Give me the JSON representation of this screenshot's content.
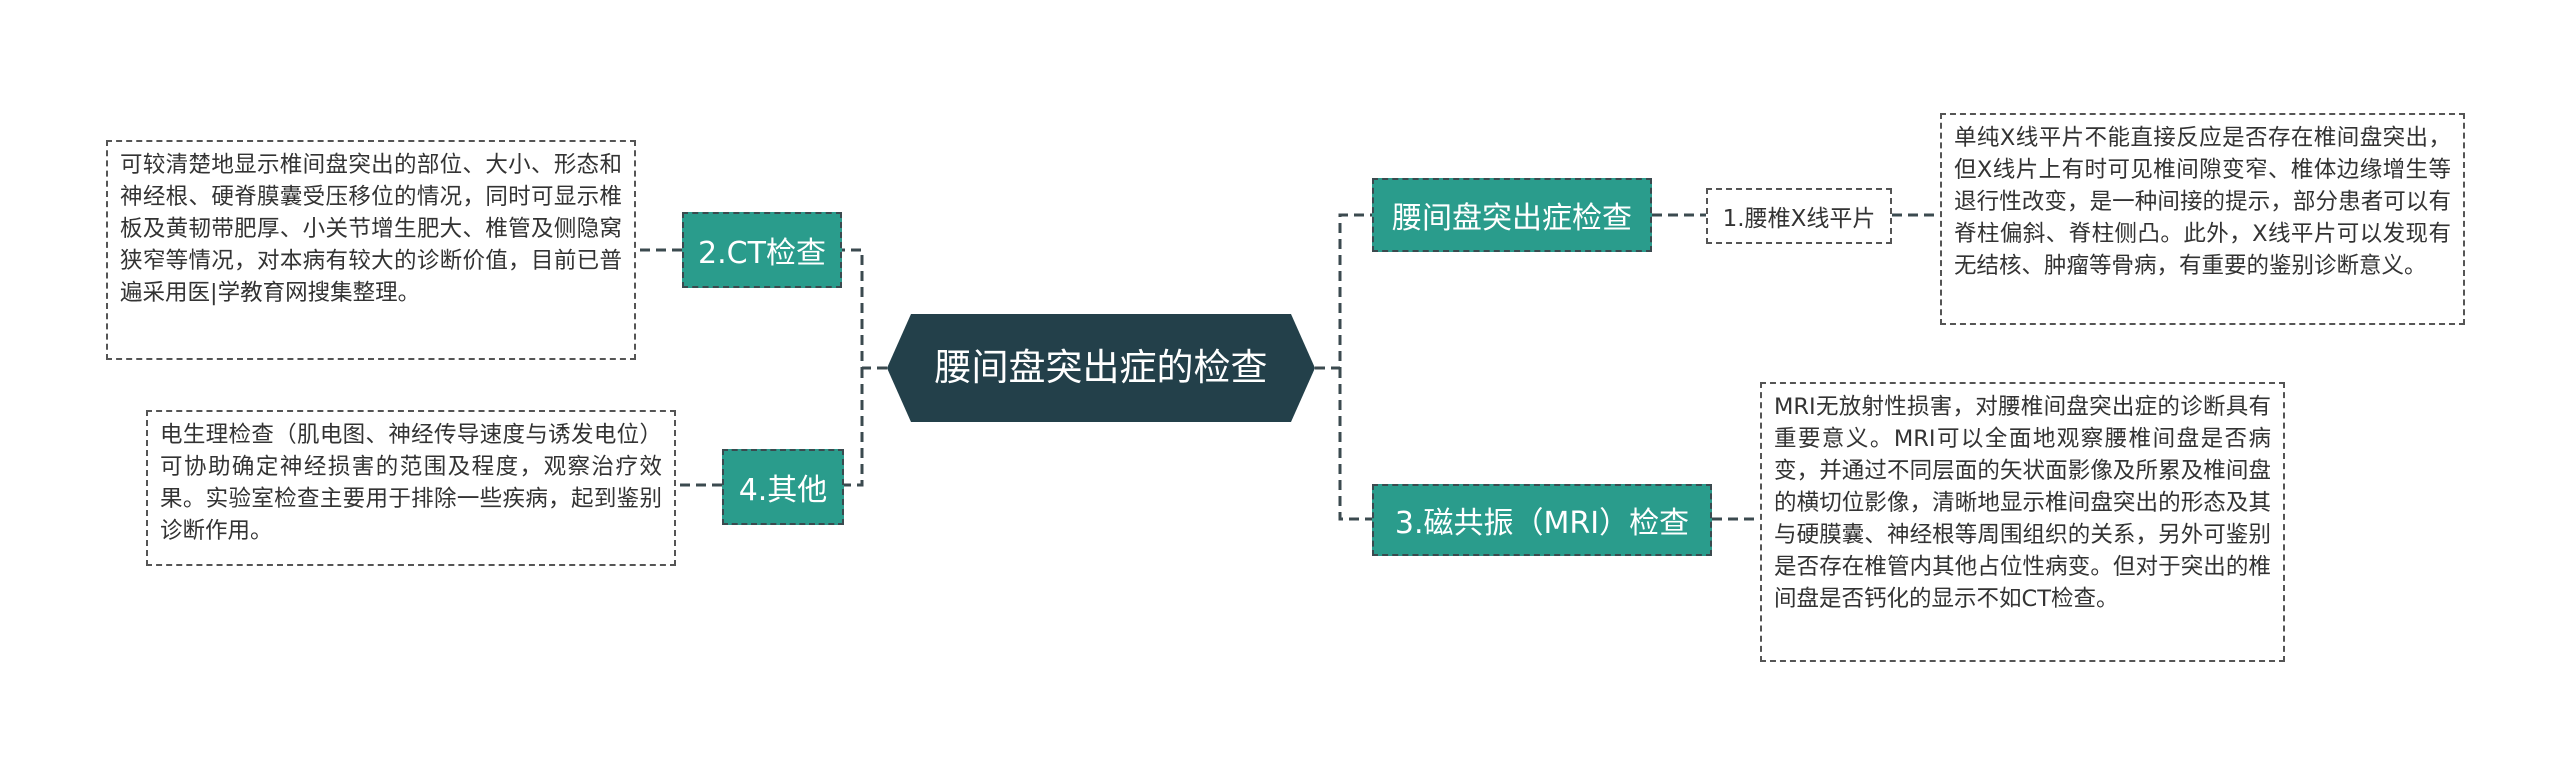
{
  "central": {
    "title": "腰间盘突出症的检查"
  },
  "branches": {
    "exam": "腰间盘突出症检查",
    "xray": "1.腰椎X线平片",
    "ct": "2.CT检查",
    "mri": "3.磁共振（MRI）检查",
    "other": "4.其他"
  },
  "notes": {
    "xray_detail": "单纯X线平片不能直接反应是否存在椎间盘突出，但X线片上有时可见椎间隙变窄、椎体边缘增生等退行性改变，是一种间接的提示，部分患者可以有脊柱偏斜、脊柱侧凸。此外，X线平片可以发现有无结核、肿瘤等骨病，有重要的鉴别诊断意义。",
    "mri_detail": "MRI无放射性损害，对腰椎间盘突出症的诊断具有重要意义。MRI可以全面地观察腰椎间盘是否病变，并通过不同层面的矢状面影像及所累及椎间盘的横切位影像，清晰地显示椎间盘突出的形态及其与硬膜囊、神经根等周围组织的关系，另外可鉴别是否存在椎管内其他占位性病变。但对于突出的椎间盘是否钙化的显示不如CT检查。",
    "ct_detail": "可较清楚地显示椎间盘突出的部位、大小、形态和神经根、硬脊膜囊受压移位的情况，同时可显示椎板及黄韧带肥厚、小关节增生肥大、椎管及侧隐窝狭窄等情况，对本病有较大的诊断价值，目前已普遍采用医|学教育网搜集整理。",
    "other_detail": "电生理检查（肌电图、神经传导速度与诱发电位）可协助确定神经损害的范围及程度，观察治疗效果。实验室检查主要用于排除一些疾病，起到鉴别诊断作用。"
  },
  "colors": {
    "central_fill": "#23404a",
    "branch_fill": "#2a9c8c",
    "connector": "#3b4a4f"
  }
}
